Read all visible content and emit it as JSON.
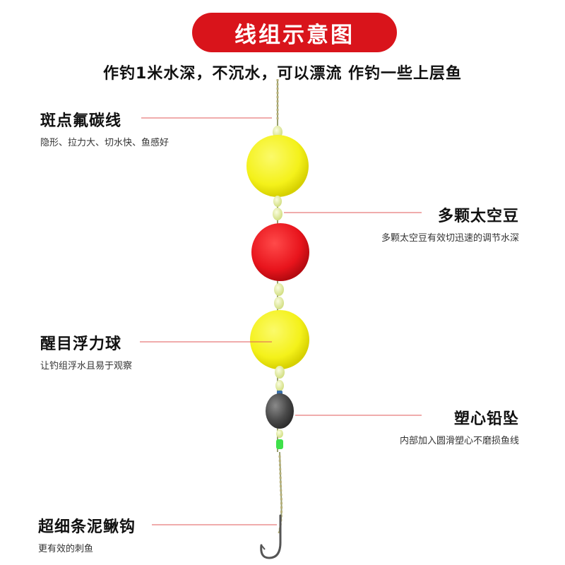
{
  "banner": {
    "title": "线组示意图"
  },
  "subtitle": "作钓1米水深，不沉水，可以漂流 作钓一些上层鱼",
  "labels": {
    "line": {
      "title": "斑点氟碳线",
      "desc": "隐形、拉力大、切水快、鱼感好"
    },
    "space_beans": {
      "title": "多颗太空豆",
      "desc": "多颗太空豆有效切迅速的调节水深"
    },
    "float_ball": {
      "title": "醒目浮力球",
      "desc": "让钓组浮水且易于观察"
    },
    "sinker": {
      "title": "塑心铅坠",
      "desc": "内部加入圆滑塑心不磨损鱼线"
    },
    "hook": {
      "title": "超细条泥鳅钩",
      "desc": "更有效的刺鱼"
    }
  },
  "colors": {
    "banner_red": "#d9141b",
    "yellow_ball": "#f4f11a",
    "red_ball": "#e8141c",
    "bead": "#e6f0a8",
    "sinker": "#4a4a4a",
    "stopper": "#3ee04a",
    "pointer_line": "#e05a5a"
  }
}
